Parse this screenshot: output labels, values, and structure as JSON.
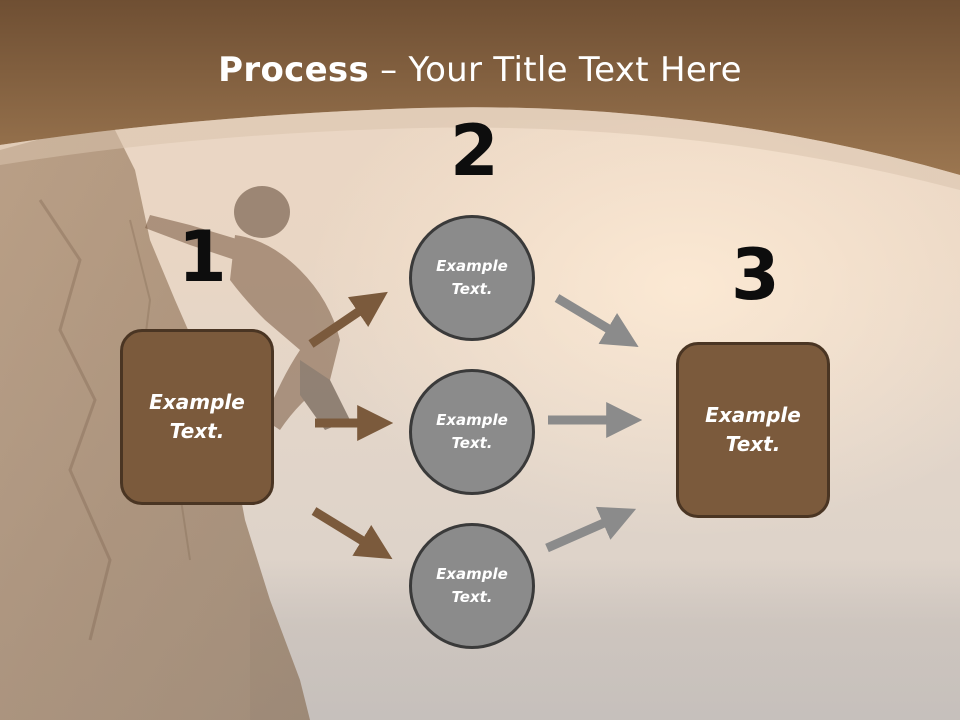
{
  "slide": {
    "title_bold": "Process",
    "title_rest": " – Your Title Text Here"
  },
  "steps": {
    "one": "1",
    "two": "2",
    "three": "3"
  },
  "left_box": {
    "text_line1": "Example",
    "text_line2": "Text."
  },
  "right_box": {
    "text_line1": "Example",
    "text_line2": "Text."
  },
  "circles": [
    {
      "line1": "Example",
      "line2": "Text."
    },
    {
      "line1": "Example",
      "line2": "Text."
    },
    {
      "line1": "Example",
      "line2": "Text."
    }
  ],
  "colors": {
    "header": "#8a6440",
    "box_fill": "#7b5a3c",
    "circle_fill": "#8b8b8b",
    "brown_arrow": "#7b5a3c",
    "gray_arrow": "#8b8b8b"
  }
}
